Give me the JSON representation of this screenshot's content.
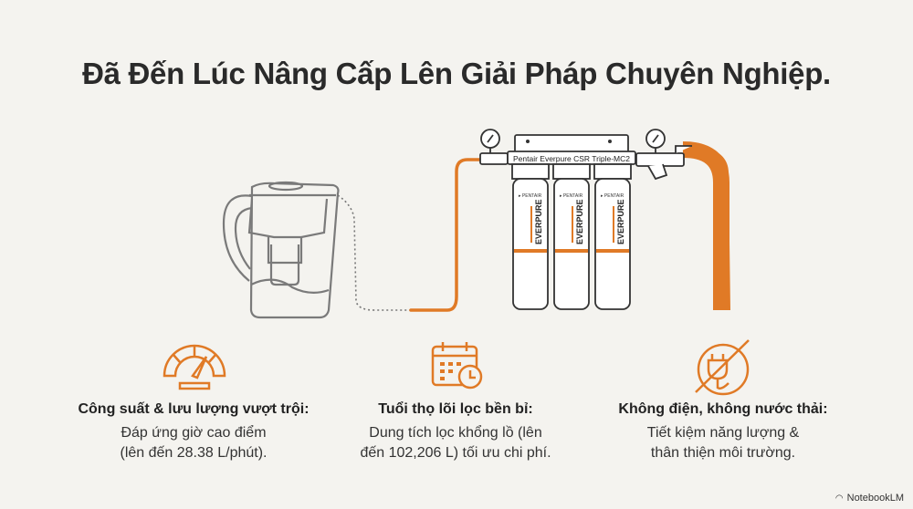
{
  "title": "Đã Đến Lúc Nâng Cấp Lên Giải Pháp Chuyên Nghiệp.",
  "colors": {
    "accent": "#e07a26",
    "line": "#7a7a7a",
    "background": "#f4f3ef"
  },
  "diagram": {
    "pitcher_icon": "water-pitcher-icon",
    "system_label": "Pentair Everpure CSR Triple-MC2",
    "cartridges": [
      {
        "brand": "PENTAIR",
        "name": "EVERPURE"
      },
      {
        "brand": "PENTAIR",
        "name": "EVERPURE"
      },
      {
        "brand": "PENTAIR",
        "name": "EVERPURE"
      }
    ]
  },
  "features": [
    {
      "icon": "speedometer-icon",
      "title": "Công suất & lưu lượng vượt trội:",
      "line1": "Đáp ứng giờ cao điểm",
      "line2": "(lên đến 28.38 L/phút)."
    },
    {
      "icon": "calendar-clock-icon",
      "title": "Tuổi thọ lõi lọc bền bỉ:",
      "line1": "Dung tích lọc khổng lồ (lên",
      "line2": "đến 102,206 L) tối ưu chi phí."
    },
    {
      "icon": "no-plug-icon",
      "title": "Không điện, không nước thải:",
      "line1": "Tiết kiệm năng lượng &",
      "line2": "thân thiện môi trường."
    }
  ],
  "brand": {
    "label": "NotebookLM"
  }
}
